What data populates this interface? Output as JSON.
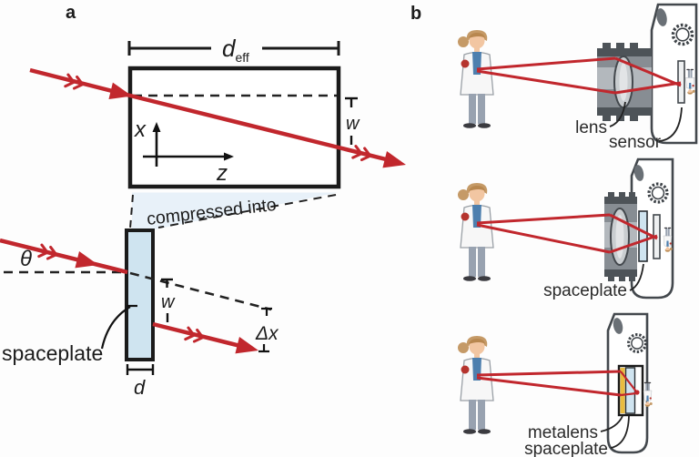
{
  "figure": {
    "panel_a_letter": "a",
    "panel_b_letter": "b"
  },
  "colors": {
    "ray": "#c1272d",
    "ink": "#1b1b1b",
    "camera_ink": "#43484d",
    "plate_fill": "#cfe4f0",
    "funnel_fill": "#e8f1f9",
    "metalens_yellow": "#e9bc3f",
    "lens_glass": "#c9cdd0",
    "background": "#fdfdfd"
  },
  "panel_a": {
    "d_eff_main": "d",
    "d_eff_sub": "eff",
    "w_top": "w",
    "axis_x": "x",
    "axis_z": "z",
    "compressed_into": "compressed into",
    "theta": "θ",
    "w_bottom": "w",
    "delta_x": "Δx",
    "spaceplate_label": "spaceplate",
    "d_label": "d"
  },
  "panel_b": {
    "camera_top": {
      "lens_label": "lens",
      "sensor_label": "sensor"
    },
    "camera_middle": {
      "spaceplate_label": "spaceplate"
    },
    "camera_bottom": {
      "metalens_label": "metalens",
      "spaceplate_label": "spaceplate"
    }
  }
}
